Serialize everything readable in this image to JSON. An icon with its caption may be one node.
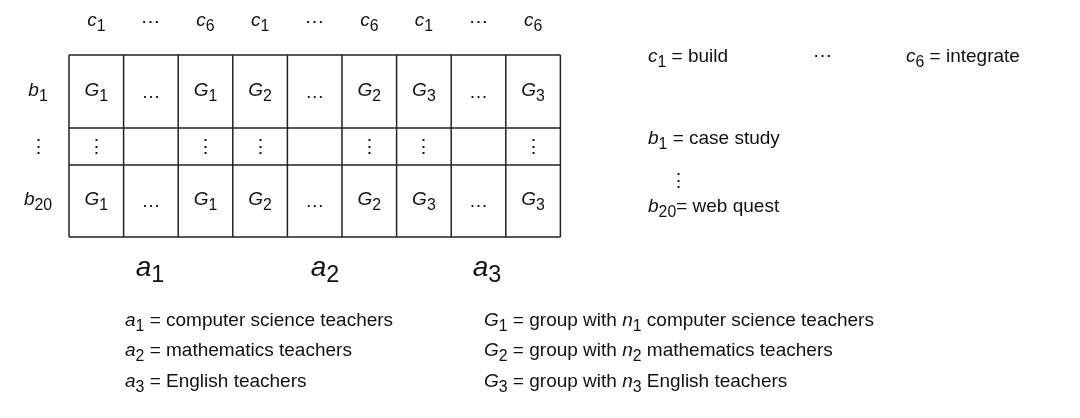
{
  "diagram": {
    "labels": [
      "*c*$_{1}$",
      "⋯",
      "*c*$_{6}$",
      "*c*$_{1}$",
      "⋯",
      "*c*$_{6}$",
      "*c*$_{1}$",
      "⋯",
      "*c*$_{6}$",
      "*b*$_{1}$",
      "*G*$_{1}$",
      "…",
      "*G*$_{1}$",
      "*G*$_{2}$",
      "…",
      "*G*$_{2}$",
      "*G*$_{3}$",
      "…",
      "*G*$_{3}$",
      "⋮",
      "⋮",
      "⋮",
      "⋮",
      "⋮",
      "⋮",
      "⋮",
      "*b*$_{20}$",
      "*G*$_{1}$",
      "…",
      "*G*$_{1}$",
      "*G*$_{2}$",
      "…",
      "*G*$_{2}$",
      "*G*$_{3}$",
      "…",
      "*G*$_{3}$",
      "*a*$_{1}$",
      "*a*$_{2}$",
      "*a*$_{3}$",
      "*c*$_{1}$ = build",
      "⋯",
      "*c*$_{6}$ = integrate",
      "*b*$_{1}$ = case study",
      "⋮",
      "*b*$_{20}$= web quest",
      "*a*$_{1}$ = computer science teachers",
      "*G*$_{1}$ = group with *n*$_{1}$ computer science teachers",
      "*a*$_{2}$ = mathematics teachers",
      "*G*$_{2}$ = group with *n*$_{2}$ mathematics teachers",
      "*a*$_{3}$ = English teachers",
      "*G*$_{3}$ = group with *n*$_{3}$ English teachers"
    ]
  }
}
